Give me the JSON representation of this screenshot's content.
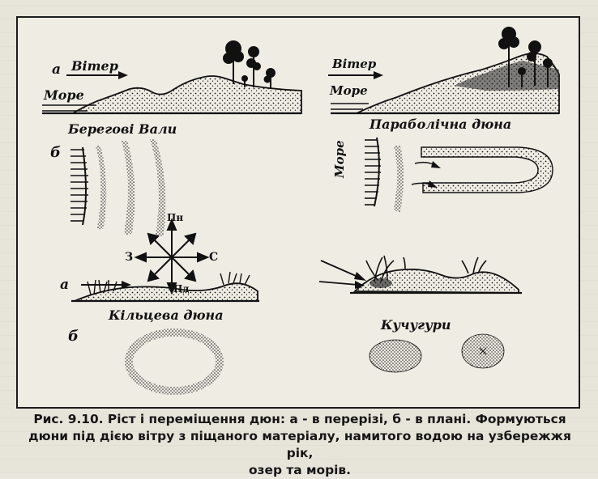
{
  "labels": {
    "a_top_left": "а",
    "wind_left": "Вітер",
    "sea_left": "Море",
    "wind_right": "Вітер",
    "sea_right": "Море",
    "b_left": "б",
    "coastal_ridges": "Берегові  Вали",
    "parabolic_dune": "Параболічна  дюна",
    "sea_vertical": "Море",
    "compass_n": "Пн",
    "compass_s": "Пд",
    "compass_w": "З",
    "compass_e": "С",
    "a_bottom_left": "а",
    "ring_dune": "Кільцева  дюна",
    "b_bottom_left": "б",
    "kuchuhury": "Кучугури"
  },
  "caption": {
    "line1": "Рис. 9.10. Ріст і переміщення дюн: а - в перерізі, б - в плані. Формуються",
    "line2": "дюни під дією вітру з піщаного матеріалу, намитого водою на узбережжя рік,",
    "line3": "озер та морів."
  },
  "colors": {
    "ink": "#111111",
    "paper": "#efece4",
    "scan_background": "#e7e4da"
  }
}
